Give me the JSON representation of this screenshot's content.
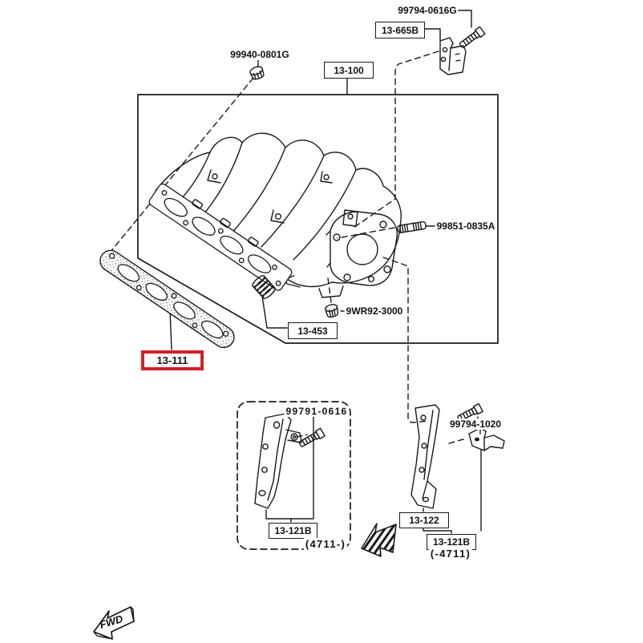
{
  "canvas": {
    "background": "#ffffff",
    "line_color": "#1a1a1a",
    "highlight_color": "#d02028"
  },
  "callouts": [
    {
      "part": "99794-0616G",
      "style": "plain",
      "highlighted": false
    },
    {
      "part": "13-665B",
      "style": "boxed",
      "highlighted": false
    },
    {
      "part": "99940-0801G",
      "style": "plain",
      "highlighted": false
    },
    {
      "part": "13-100",
      "style": "boxed",
      "highlighted": false
    },
    {
      "part": "99851-0835A",
      "style": "plain",
      "highlighted": false
    },
    {
      "part": "9WR92-3000",
      "style": "plain",
      "highlighted": false
    },
    {
      "part": "13-453",
      "style": "boxed",
      "highlighted": false
    },
    {
      "part": "13-111",
      "style": "boxed",
      "highlighted": true
    },
    {
      "part": "99791-0616",
      "style": "plain",
      "highlighted": false
    },
    {
      "part": "13-121B",
      "style": "boxed",
      "highlighted": false
    },
    {
      "part": "(4711-)",
      "style": "plain",
      "highlighted": false
    },
    {
      "part": "99794-1020",
      "style": "plain",
      "highlighted": false
    },
    {
      "part": "13-122",
      "style": "boxed",
      "highlighted": false
    },
    {
      "part": "13-121B",
      "style": "boxed",
      "highlighted": false
    },
    {
      "part": "(-4711)",
      "style": "plain",
      "highlighted": false
    }
  ],
  "direction_indicator": {
    "label": "FWD"
  }
}
